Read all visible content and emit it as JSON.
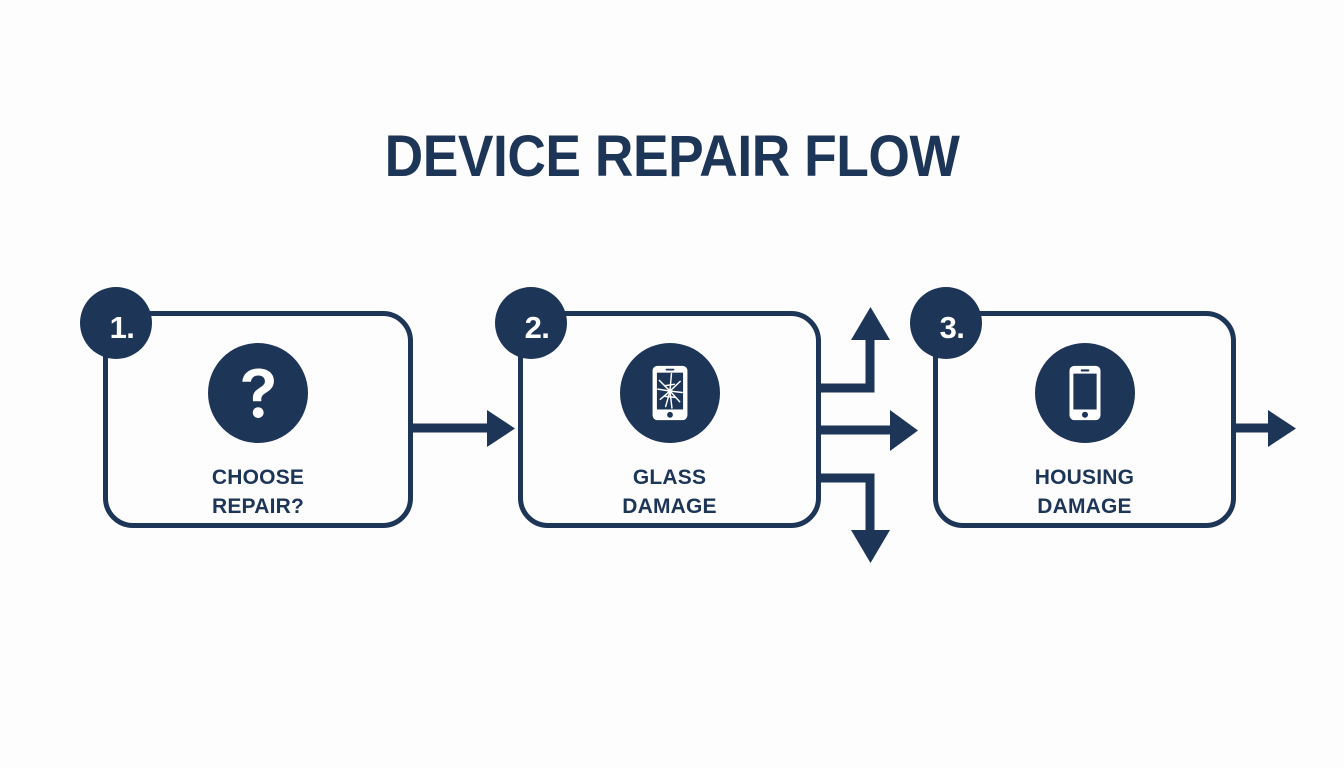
{
  "page": {
    "title": "DEVICE REPAIR FLOW",
    "background_color": "#fdfdfd",
    "accent_color": "#1d3557"
  },
  "flow": {
    "steps": [
      {
        "badge": "1.",
        "icon": "question-mark-icon",
        "label_line1": "CHOOSE",
        "label_line2": "REPAIR?"
      },
      {
        "badge": "2.",
        "icon": "cracked-phone-icon",
        "label_line1": "GLASS",
        "label_line2": "DAMAGE"
      },
      {
        "badge": "3.",
        "icon": "phone-icon",
        "label_line1": "HOUSING",
        "label_line2": "DAMAGE"
      }
    ],
    "connectors": [
      {
        "name": "arrow-step1-to-step2",
        "direction": "right"
      },
      {
        "name": "branch-arrow-up",
        "direction": "up"
      },
      {
        "name": "branch-arrow-right",
        "direction": "right"
      },
      {
        "name": "branch-arrow-down",
        "direction": "down"
      },
      {
        "name": "arrow-step3-out",
        "direction": "right"
      }
    ]
  }
}
